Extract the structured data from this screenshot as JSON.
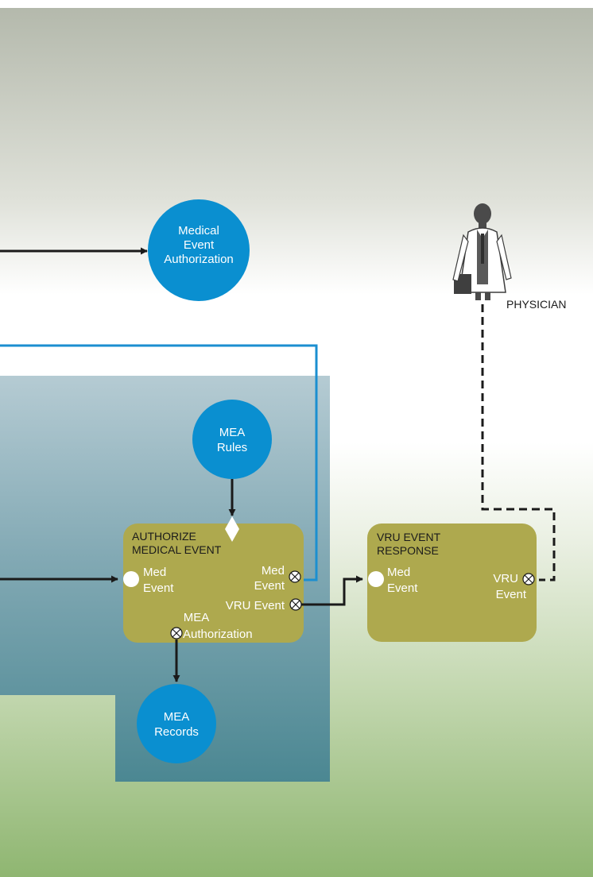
{
  "colors": {
    "circle_fill": "#0a8fd0",
    "process_box_fill": "#aea94e",
    "connector_blue": "#1b8fd0",
    "arrow_dark": "#1a1a1a",
    "panel_top": "#b5cbd3",
    "panel_bottom": "#4b8792",
    "sky_top": "#b4b9ac",
    "ground_bottom": "#8fb671"
  },
  "nodes": {
    "medical_event_authorization": {
      "lines": [
        "Medical",
        "Event",
        "Authorization"
      ]
    },
    "mea_rules": {
      "lines": [
        "MEA",
        "Rules"
      ]
    },
    "mea_records": {
      "lines": [
        "MEA",
        "Records"
      ]
    }
  },
  "processes": {
    "authorize_medical_event": {
      "title_lines": [
        "AUTHORIZE",
        "MEDICAL EVENT"
      ],
      "input_port": {
        "lines": [
          "Med",
          "Event"
        ],
        "icon": "filled-circle-port-icon"
      },
      "output_med_event": {
        "lines": [
          "Med",
          "Event"
        ],
        "icon": "x-circle-port-icon"
      },
      "output_vru_event": {
        "label": "VRU Event",
        "icon": "x-circle-port-icon"
      },
      "output_mea_authorization": {
        "lines": [
          "MEA",
          "Authorization"
        ],
        "icon": "x-circle-port-icon"
      },
      "rules_input_icon": "diamond-port-icon"
    },
    "vru_event_response": {
      "title_lines": [
        "VRU EVENT",
        "RESPONSE"
      ],
      "input_port": {
        "lines": [
          "Med",
          "Event"
        ],
        "icon": "filled-circle-port-icon"
      },
      "output_vru_event": {
        "lines": [
          "VRU",
          "Event"
        ],
        "icon": "x-circle-port-icon"
      }
    }
  },
  "actor": {
    "label": "PHYSICIAN",
    "icon": "physician-figure-icon"
  }
}
